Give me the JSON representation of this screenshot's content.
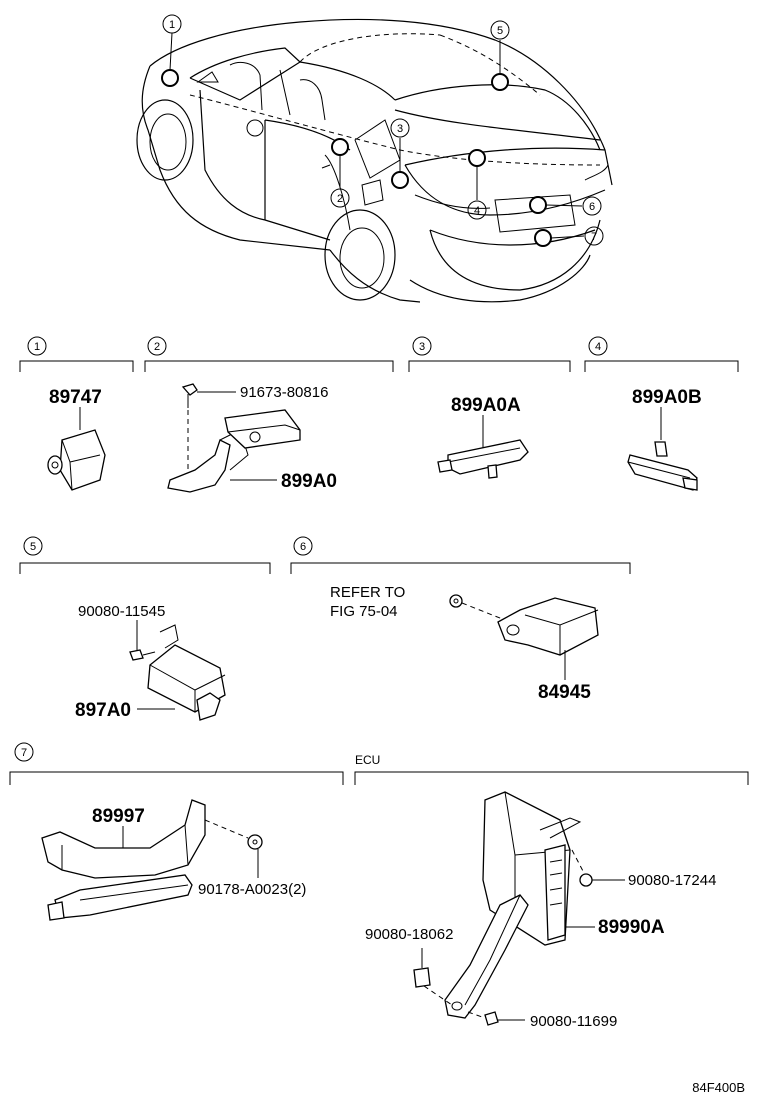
{
  "callouts": [
    "1",
    "2",
    "3",
    "4",
    "5",
    "6",
    "7"
  ],
  "groups": {
    "g1": {
      "num": "1",
      "part": "89747"
    },
    "g2": {
      "num": "2",
      "bolt": "91673-80816",
      "part": "899A0"
    },
    "g3": {
      "num": "3",
      "part": "899A0A"
    },
    "g4": {
      "num": "4",
      "part": "899A0B"
    },
    "g5": {
      "num": "5",
      "bolt": "90080-11545",
      "part": "897A0"
    },
    "g6": {
      "num": "6",
      "refer1": "REFER TO",
      "refer2": "FIG 75-04",
      "part": "84945"
    },
    "g7": {
      "num": "7",
      "part": "89997",
      "nut": "90178-A0023(2)"
    },
    "ecu": {
      "title": "ECU",
      "nut": "90080-17244",
      "part": "89990A",
      "clip": "90080-18062",
      "bolt": "90080-11699"
    }
  },
  "code": "84F400B"
}
